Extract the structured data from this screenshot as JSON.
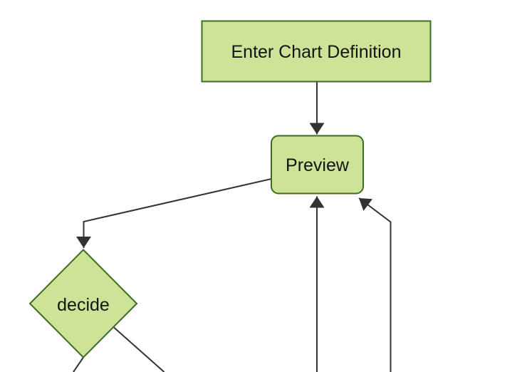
{
  "diagram": {
    "type": "flowchart",
    "direction": "top-down",
    "colors": {
      "background": "#ffffff",
      "node_fill": "#cde498",
      "node_border": "#3f6c23",
      "edge": "#333333",
      "arrowhead": "#333333",
      "label": "#141414"
    },
    "nodes": {
      "enter": {
        "label": "Enter Chart Definition",
        "shape": "rectangle"
      },
      "preview": {
        "label": "Preview",
        "shape": "rounded-rectangle"
      },
      "decide": {
        "label": "decide",
        "shape": "diamond"
      }
    },
    "edges": [
      {
        "name": "enter-to-preview",
        "from": "enter",
        "to": "preview",
        "arrowhead": true
      },
      {
        "name": "preview-to-decide",
        "from": "preview",
        "to": "decide",
        "arrowhead": true
      },
      {
        "name": "bottom-offscreen-to-preview",
        "from": "offscreen-bottom",
        "to": "preview",
        "arrowhead": true
      },
      {
        "name": "bottom-right-offscreen-to-preview",
        "from": "offscreen-bottom-right",
        "to": "preview",
        "arrowhead": true
      },
      {
        "name": "decide-to-offscreen-bottom-left",
        "from": "decide",
        "to": "offscreen-bottom-left",
        "arrowhead": false
      },
      {
        "name": "decide-to-offscreen-bottom-right",
        "from": "decide",
        "to": "offscreen-bottom-right",
        "arrowhead": false
      }
    ]
  }
}
